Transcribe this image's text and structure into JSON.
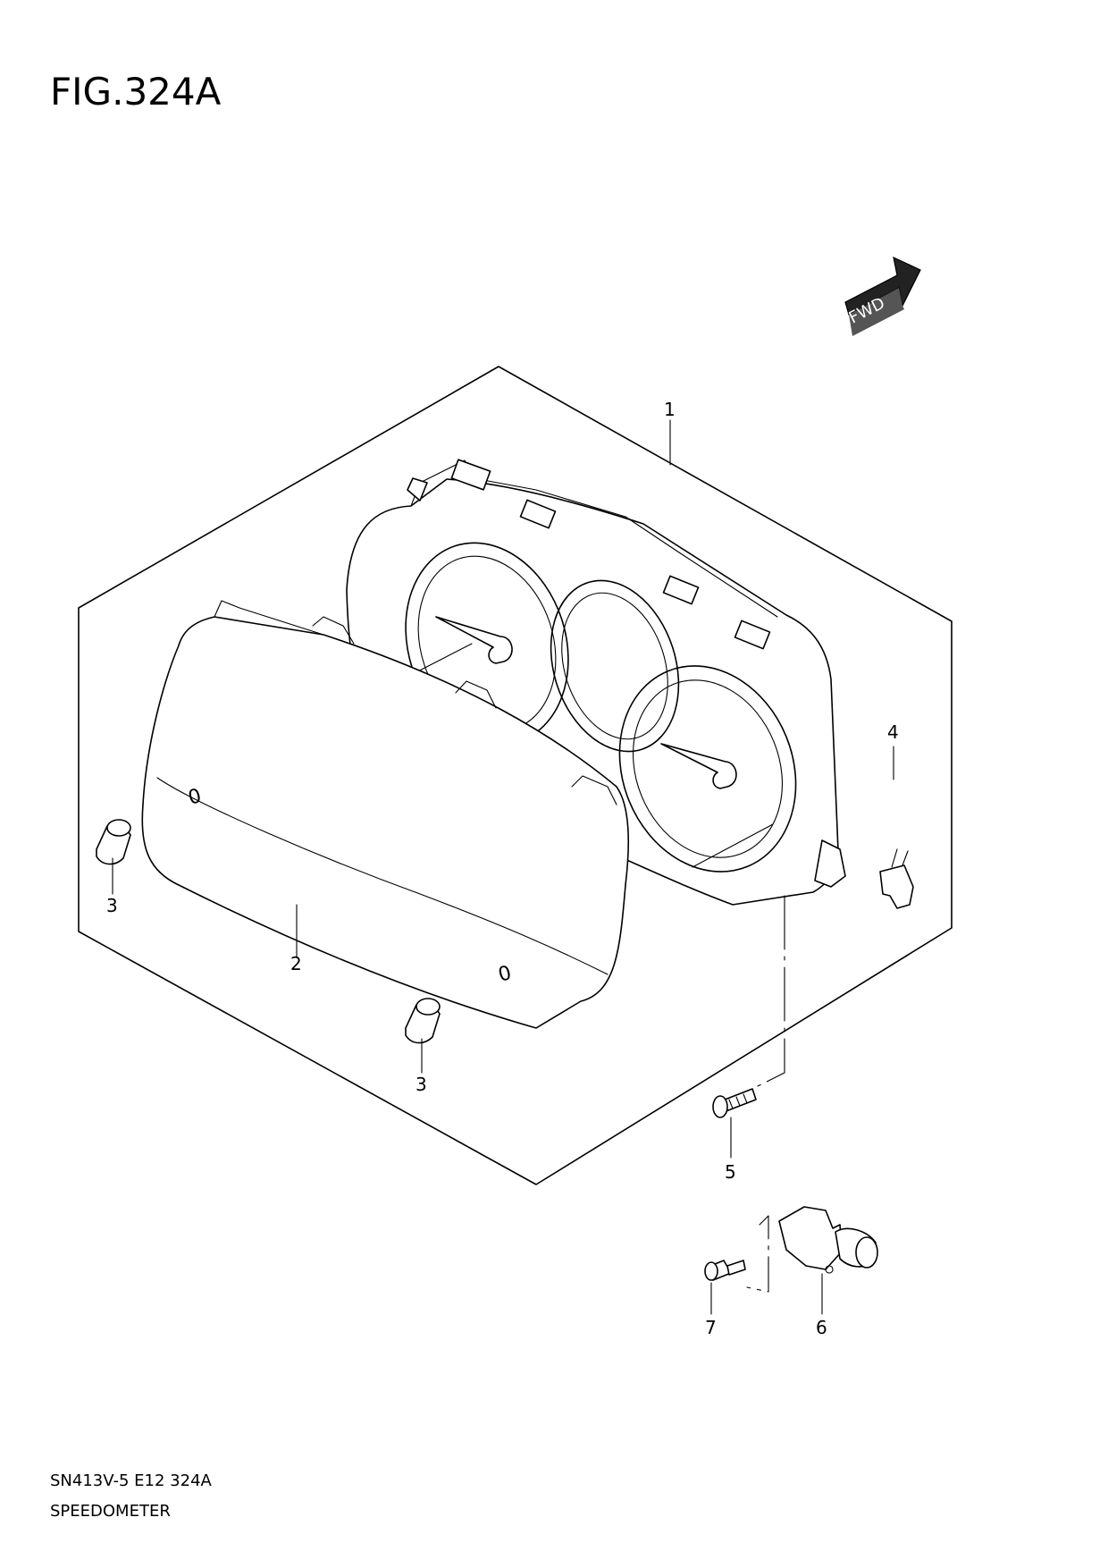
{
  "figure": {
    "title": "FIG.324A",
    "code": "SN413V-5 E12 324A",
    "name": "SPEEDOMETER",
    "direction_badge": "FWD"
  },
  "callouts": [
    {
      "id": "c1",
      "label": "1"
    },
    {
      "id": "c2",
      "label": "2"
    },
    {
      "id": "c3a",
      "label": "3"
    },
    {
      "id": "c3b",
      "label": "3"
    },
    {
      "id": "c4",
      "label": "4"
    },
    {
      "id": "c5",
      "label": "5"
    },
    {
      "id": "c6",
      "label": "6"
    },
    {
      "id": "c7",
      "label": "7"
    }
  ]
}
